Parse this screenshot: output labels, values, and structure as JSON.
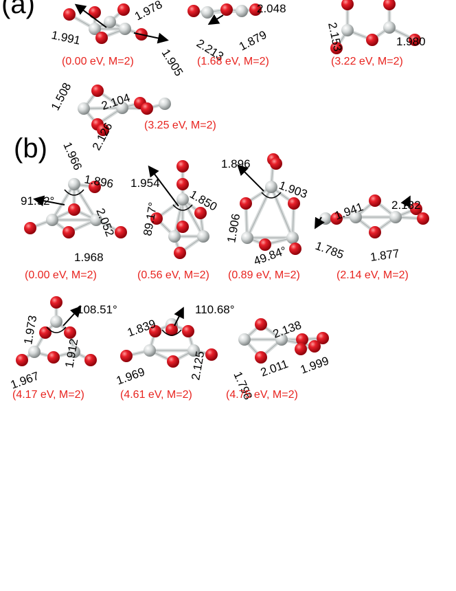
{
  "panels": [
    {
      "label": "(a)",
      "structures": [
        {
          "caption": "(0.00 eV, M=2)",
          "bonds": [
            "1.978",
            "1.991",
            "1.905"
          ],
          "angle": ""
        },
        {
          "caption": "(1.68 eV, M=2)",
          "bonds": [
            "2.048",
            "2.213",
            "1.879"
          ],
          "angle": ""
        },
        {
          "caption": "(3.22 eV, M=2)",
          "bonds": [
            "2.153",
            "1.980"
          ],
          "angle": ""
        },
        {
          "caption": "(3.25 eV, M=2)",
          "bonds": [
            "1.508",
            "2.104",
            "1.966",
            "2.126"
          ],
          "angle": ""
        }
      ]
    },
    {
      "label": "(b)",
      "structures": [
        {
          "caption": "(0.00 eV, M=2)",
          "bonds": [
            "1.896",
            "2.052",
            "1.968"
          ],
          "angle": "91.92°"
        },
        {
          "caption": "(0.56 eV, M=2)",
          "bonds": [
            "1.954",
            "1.850"
          ],
          "angle": "89.17°"
        },
        {
          "caption": "(0.89 eV, M=2)",
          "bonds": [
            "1.896",
            "1.903",
            "1.906"
          ],
          "angle": "49.84°"
        },
        {
          "caption": "(2.14 eV, M=2)",
          "bonds": [
            "1.941",
            "2.132",
            "1.785",
            "1.877"
          ],
          "angle": ""
        },
        {
          "caption": "(4.17 eV, M=2)",
          "bonds": [
            "1.973",
            "1.912",
            "1.967"
          ],
          "angle": "108.51°"
        },
        {
          "caption": "(4.61 eV, M=2)",
          "bonds": [
            "1.839",
            "2.125",
            "1.969"
          ],
          "angle": "110.68°"
        },
        {
          "caption": "(4.75 eV, M=2)",
          "bonds": [
            "2.138",
            "1.798",
            "2.011",
            "1.999"
          ],
          "angle": ""
        }
      ]
    }
  ],
  "colors": {
    "oxygen": "#d8141a",
    "metal": "#d9dcdc",
    "caption": "#e8231e",
    "text": "#000000"
  }
}
